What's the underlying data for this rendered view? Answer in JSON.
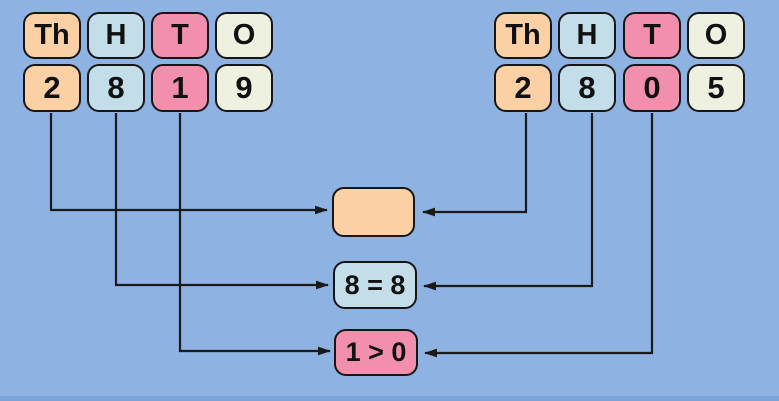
{
  "left_number": {
    "columns": [
      {
        "header": "Th",
        "digit": "2",
        "color": "peach"
      },
      {
        "header": "H",
        "digit": "8",
        "color": "blue"
      },
      {
        "header": "T",
        "digit": "1",
        "color": "pink"
      },
      {
        "header": "O",
        "digit": "9",
        "color": "cream"
      }
    ]
  },
  "right_number": {
    "columns": [
      {
        "header": "Th",
        "digit": "2",
        "color": "peach"
      },
      {
        "header": "H",
        "digit": "8",
        "color": "blue"
      },
      {
        "header": "T",
        "digit": "0",
        "color": "pink"
      },
      {
        "header": "O",
        "digit": "5",
        "color": "cream"
      }
    ]
  },
  "comparisons": [
    {
      "label": "",
      "color": "peach"
    },
    {
      "label": "8 = 8",
      "color": "blue"
    },
    {
      "label": "1 > 0",
      "color": "pink"
    }
  ],
  "colors": {
    "background": "#8EB2E2",
    "background_bottom_strip": "#7CA3D5",
    "peach": "#FBD0A5",
    "blue": "#C3DEE9",
    "pink": "#F18FAD",
    "cream": "#EEF0E0",
    "line": "#1A1A1A"
  }
}
